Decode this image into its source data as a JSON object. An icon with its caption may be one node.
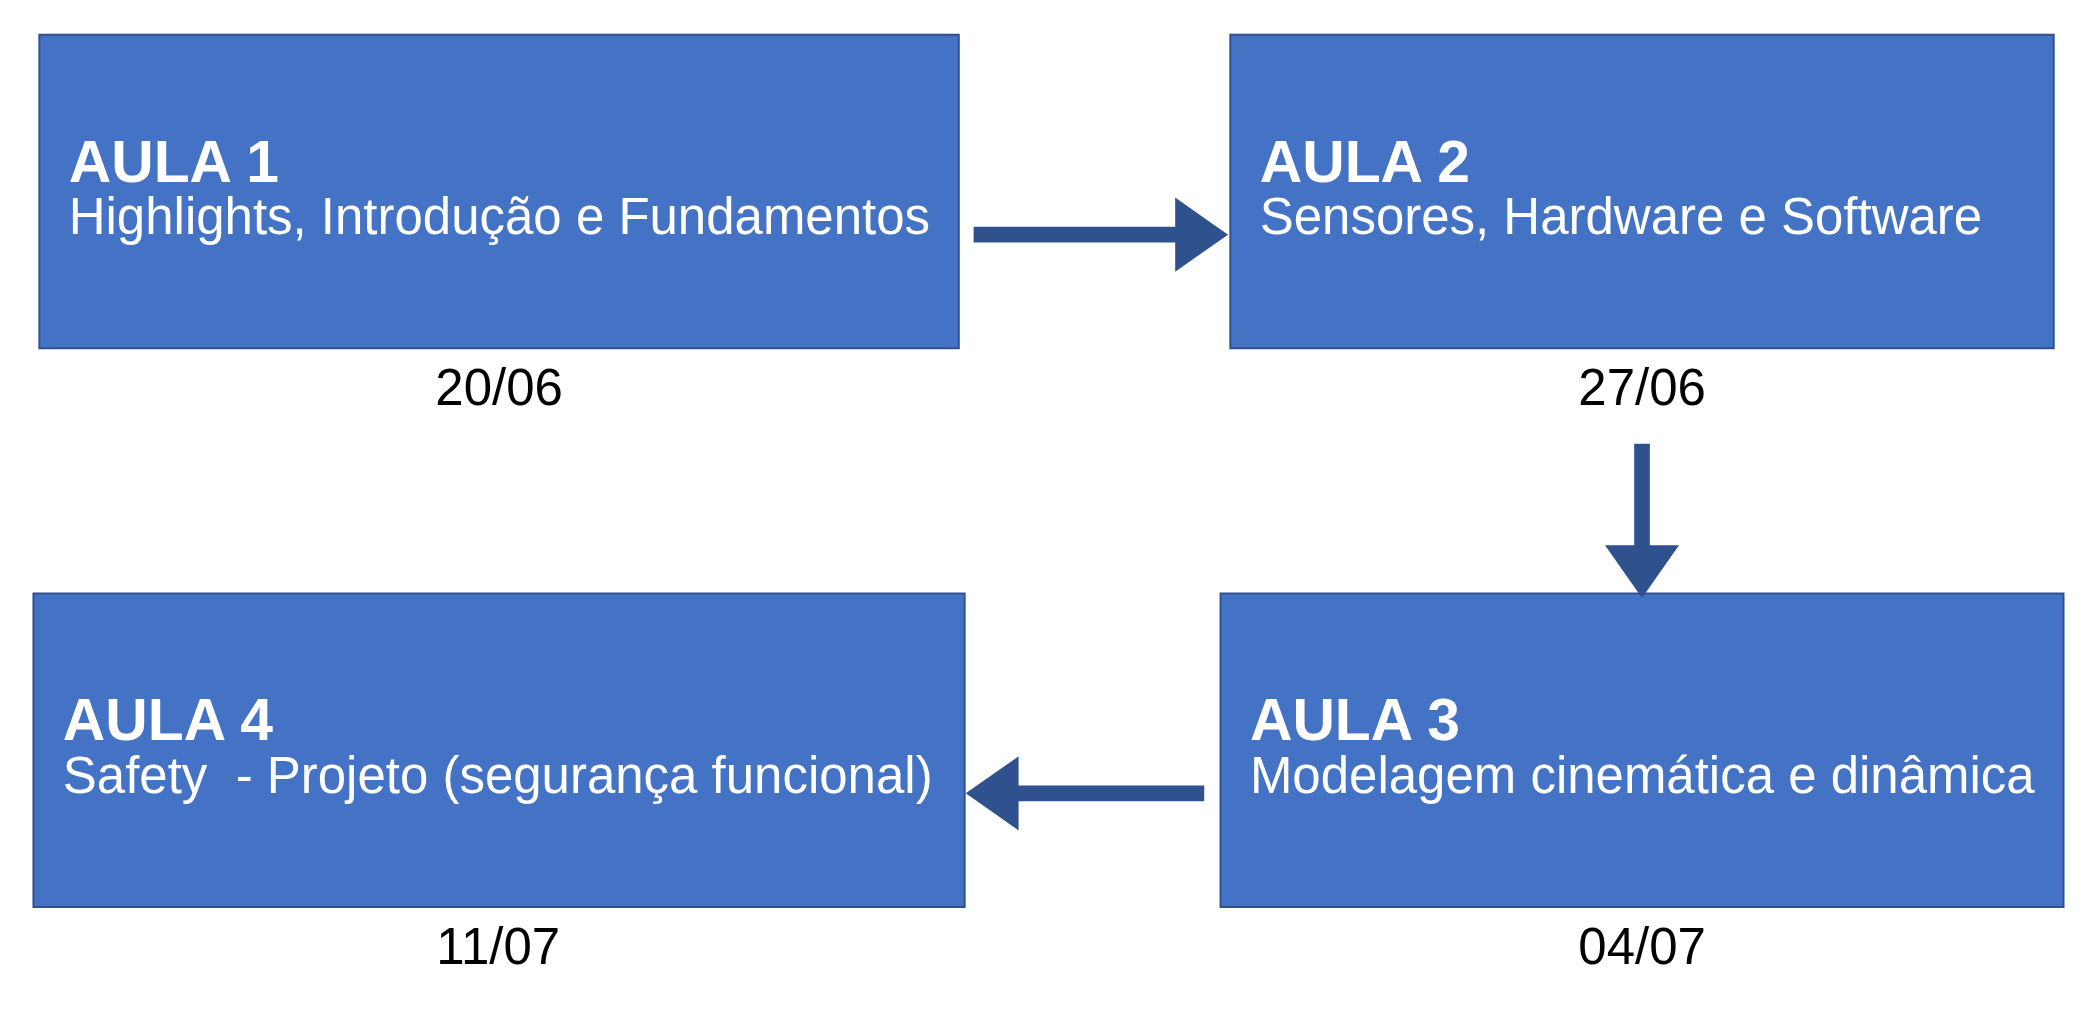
{
  "diagram": {
    "nodes": [
      {
        "text": [
          "AULA 1",
          "Highlights, Introdução e Fundamentos"
        ],
        "beside": [
          "20/06"
        ]
      },
      {
        "text": [
          "AULA 2",
          "Sensores, Hardware e Software"
        ],
        "beside": [
          "27/06"
        ]
      },
      {
        "text": [
          "AULA 3",
          "Modelagem cinemática e dinâmica"
        ],
        "beside": [
          "04/07"
        ]
      },
      {
        "text": [
          "AULA 4",
          "Safety  - Projeto (segurança funcional)"
        ],
        "beside": [
          "11/07"
        ]
      }
    ],
    "edges": [
      {
        "from": 0,
        "to": 1,
        "arrow": "to"
      },
      {
        "from": 1,
        "to": 2,
        "arrow": "to"
      },
      {
        "from": 2,
        "to": 3,
        "arrow": "to"
      }
    ]
  }
}
